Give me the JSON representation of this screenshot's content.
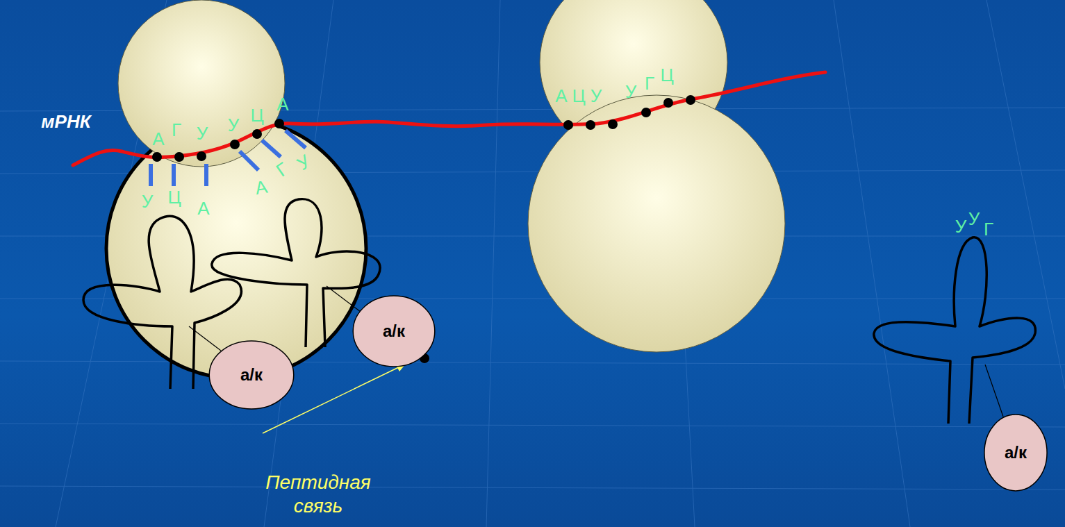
{
  "diagram": {
    "nodes": [
      {
        "text": [
          "а/к"
        ]
      },
      {
        "text": [
          "а/к"
        ]
      },
      {
        "text": [
          "а/к"
        ]
      }
    ],
    "labels": [
      "мРНК",
      "А",
      "Г",
      "У",
      "У",
      "Ц",
      "А",
      "У",
      "Ц",
      "А",
      "А",
      "Г",
      "У",
      "А",
      "Ц",
      "У",
      "У",
      "Г",
      "Ц",
      "У",
      "У",
      "Г",
      "Пептидная связь"
    ]
  }
}
